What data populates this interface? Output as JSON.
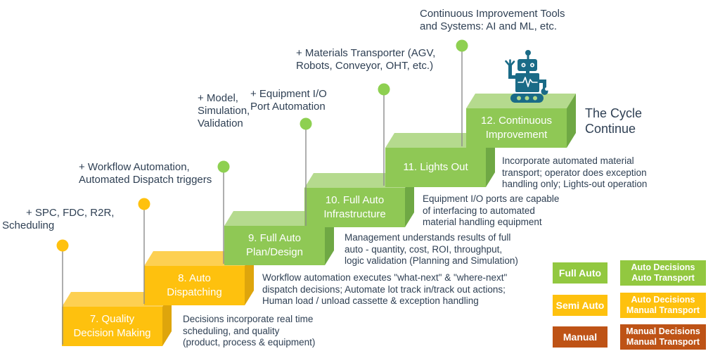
{
  "diagram_title_note": "Continuous Improvement Tools\nand Systems: AI and ML, etc.",
  "steps": [
    {
      "id": "7",
      "label": "7. Quality\nDecision Making",
      "scheme": "semi-auto",
      "callout": "+ SPC, FDC, R2R,\nScheduling",
      "description": "Decisions incorporate real time\nscheduling, and quality\n(product, process & equipment)"
    },
    {
      "id": "8",
      "label": "8. Auto\nDispatching",
      "scheme": "semi-auto",
      "callout": "+ Workflow Automation,\nAutomated Dispatch triggers",
      "description": "Workflow automation executes \"what-next\" & \"where-next\"\ndispatch decisions; Automate lot track in/track out actions;\nHuman load / unload cassette & exception handling"
    },
    {
      "id": "9",
      "label": "9. Full Auto\nPlan/Design",
      "scheme": "full-auto",
      "callout": "+ Model,\nSimulation,\nValidation",
      "description": "Management understands results of full\nauto - quantity, cost, ROI, throughput,\nlogic validation (Planning and Simulation)"
    },
    {
      "id": "10",
      "label": "10. Full Auto\nInfrastructure",
      "scheme": "full-auto",
      "callout": "+ Equipment I/O\nPort Automation",
      "description": "Equipment I/O ports are capable\nof interfacing to automated\nmaterial handling equipment"
    },
    {
      "id": "11",
      "label": "11. Lights Out",
      "scheme": "full-auto",
      "callout": "+ Materials Transporter (AGV,\nRobots, Conveyor, OHT, etc.)",
      "description": "Incorporate automated material\ntransport; operator does exception\nhandling only; Lights-out operation"
    },
    {
      "id": "12",
      "label": "12. Continuous\nImprovement",
      "scheme": "full-auto",
      "callout": "Continuous Improvement Tools\nand Systems: AI and ML, etc.",
      "description": ""
    }
  ],
  "cycle_note": "The Cycle\nContinue",
  "legend": [
    {
      "level": "Full Auto",
      "detail": "Auto Decisions\nAuto Transport",
      "color": "#92C840"
    },
    {
      "level": "Semi Auto",
      "detail": "Auto Decisions\nManual Transport",
      "color": "#FEC10E"
    },
    {
      "level": "Manual",
      "detail": "Manual Decisions\nManual Transport",
      "color": "#BE5316"
    }
  ],
  "icons": {
    "robot": "robot-icon",
    "milestone_marker": "milestone-marker-icon"
  },
  "colors": {
    "full_auto_front": "#8FC855",
    "full_auto_top": "#B5DA8E",
    "full_auto_side": "#6FA844",
    "semi_auto_front": "#FEC10E",
    "semi_auto_top": "#FDD052",
    "semi_auto_side": "#DEA50C",
    "manual": "#BE5316",
    "marker_green": "#8ED051",
    "marker_gold": "#FFC10E",
    "stick_gray": "#8C8C8C",
    "text_dark": "#2F4054",
    "robot_teal": "#1A6B87",
    "step_label_text": "#FFFFFF"
  }
}
